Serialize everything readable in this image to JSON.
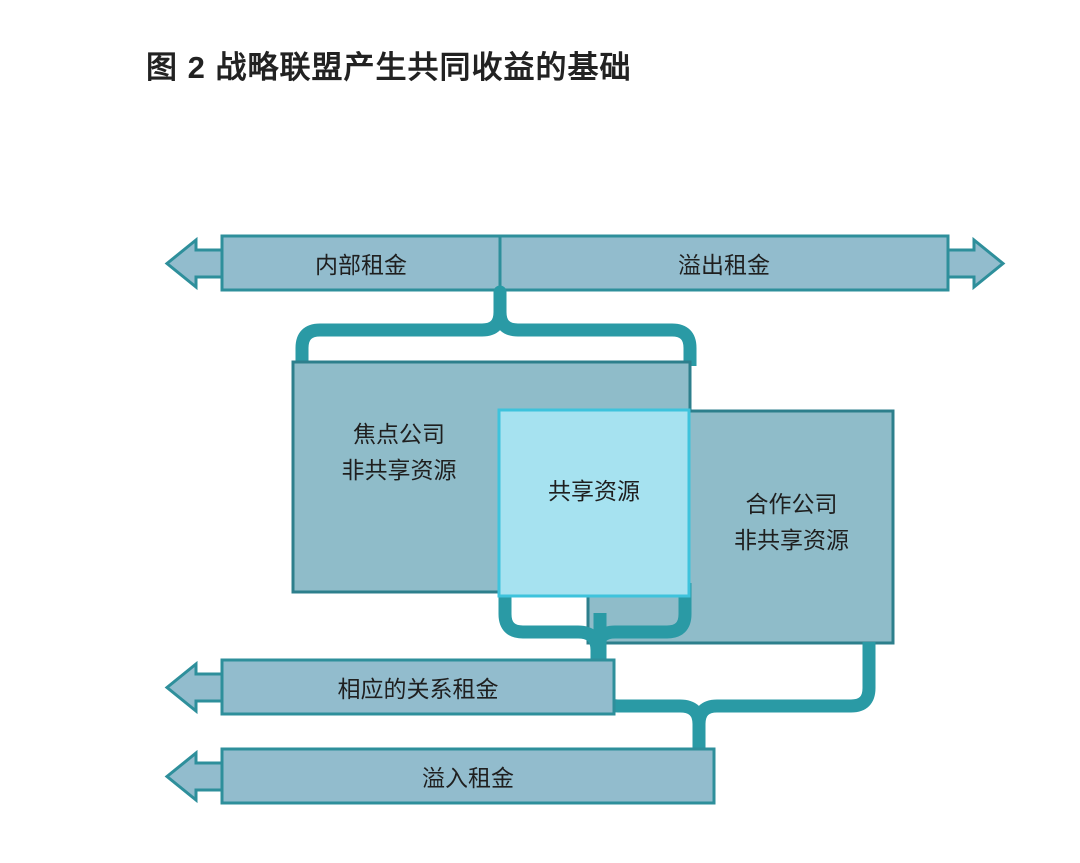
{
  "figure": {
    "title": "图 2  战略联盟产生共同收益的基础"
  },
  "colors": {
    "bar_fill": "#92bccd",
    "bar_stroke": "#2e8f9b",
    "box_fill": "#8fbcc9",
    "box_stroke": "#2d7f8c",
    "shared_fill": "#a6e2f0",
    "shared_stroke": "#3ec3dc",
    "brace_stroke": "#2a9aa5",
    "text": "#1f1f1f",
    "background": "#ffffff"
  },
  "rent_bars": {
    "top_left": {
      "label": "内部租金",
      "arrow": "arrow-left"
    },
    "top_right": {
      "label": "溢出租金",
      "arrow": "arrow-right"
    },
    "relational": {
      "label": "相应的关系租金",
      "arrow": "arrow-left"
    },
    "inflow": {
      "label": "溢入租金",
      "arrow": "arrow-left"
    }
  },
  "resource_boxes": {
    "focal": {
      "line1": "焦点公司",
      "line2": "非共享资源"
    },
    "shared": {
      "line1": "共享资源",
      "line2": ""
    },
    "partner": {
      "line1": "合作公司",
      "line2": "非共享资源"
    }
  },
  "connectors": [
    {
      "name": "brace-up-to-rent-split",
      "direction": "up"
    },
    {
      "name": "brace-down-shared-to-relational-rent",
      "direction": "down"
    },
    {
      "name": "brace-down-partner-to-inflow-rent",
      "direction": "down"
    }
  ]
}
